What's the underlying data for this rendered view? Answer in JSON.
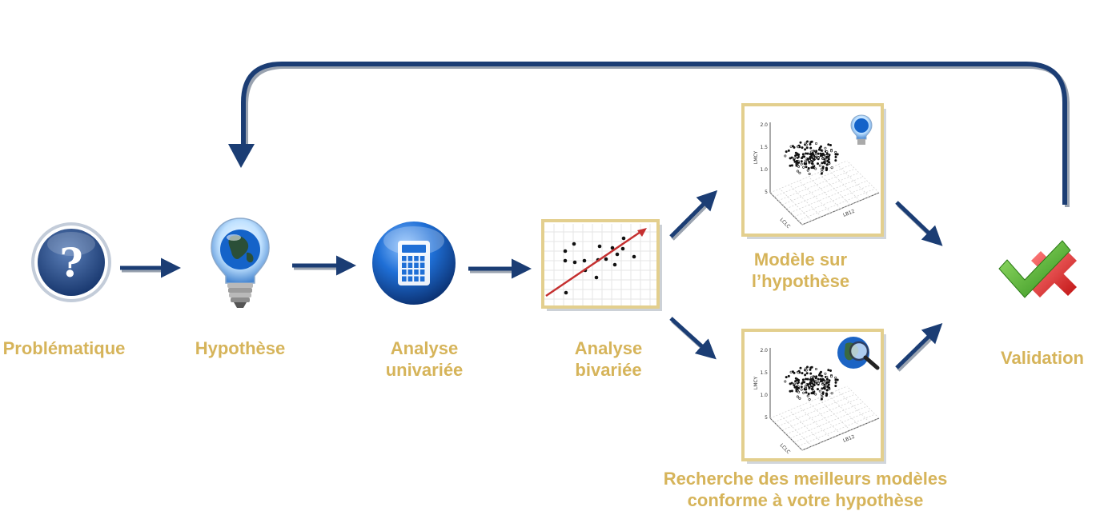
{
  "steps": {
    "problematique": {
      "label": "Problématique",
      "icon": "question-icon"
    },
    "hypothese": {
      "label": "Hypothèse",
      "icon": "lightbulb-globe-icon"
    },
    "univariee": {
      "line1": "Analyse",
      "line2": "univariée",
      "icon": "calculator-icon"
    },
    "bivariee": {
      "line1": "Analyse",
      "line2": "bivariée",
      "icon": "scatter-chart-icon"
    },
    "modele": {
      "line1": "Modèle sur",
      "line2": "l’hypothèse",
      "icon": "3d-scatter-bulb-icon"
    },
    "recherche": {
      "line1": "Recherche des meilleurs modèles",
      "line2": "conforme à votre hypothèse",
      "icon": "3d-scatter-search-icon"
    },
    "validation": {
      "label": "Validation",
      "icon": "check-cross-icon"
    }
  },
  "plot_text": {
    "y_ticks": [
      "2.0",
      "1.5",
      "1.0",
      "5"
    ],
    "y_label": "LMCY",
    "x_label": "LCLC",
    "z_label": "LB12"
  },
  "colors": {
    "arrow": "#1b3d74",
    "label": "#d6b45a",
    "frame": "#e3cf8e"
  }
}
